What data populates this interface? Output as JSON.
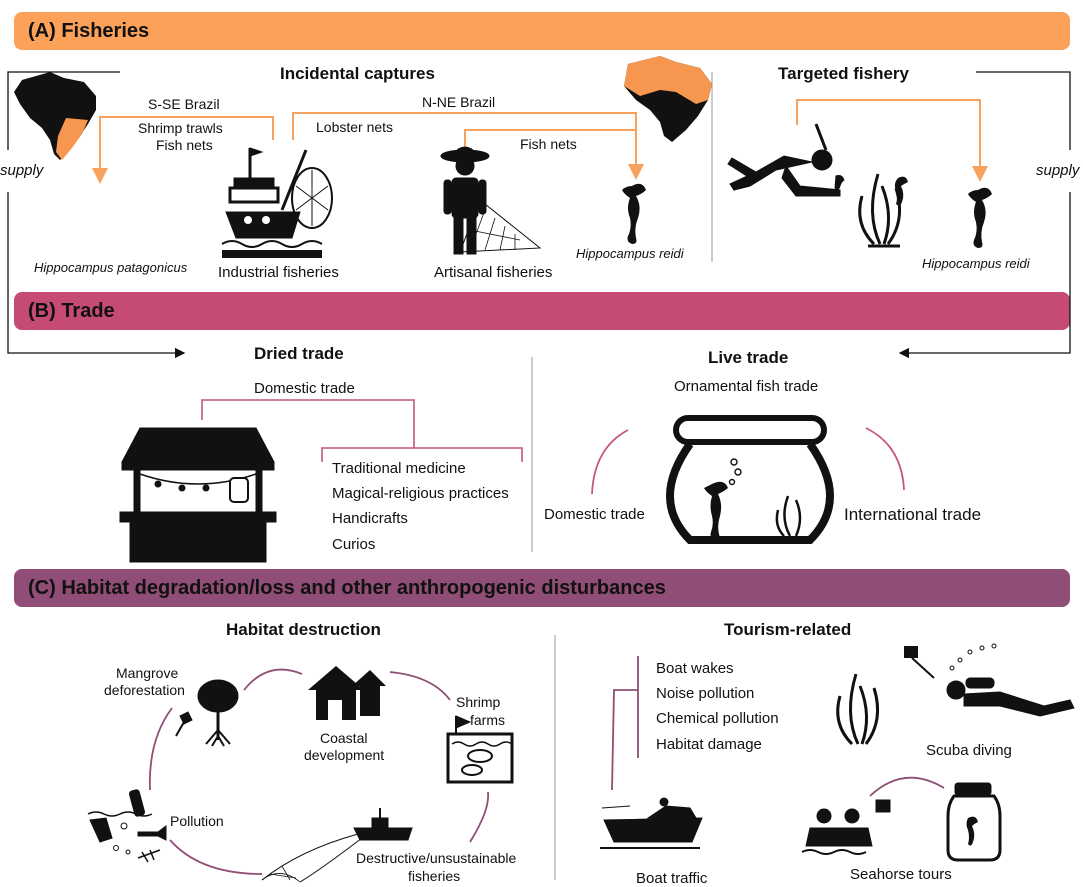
{
  "sections": {
    "fisheries": "(A) Fisheries",
    "trade": "(B) Trade",
    "habitat": "(C) Habitat degradation/loss and other anthropogenic disturbances"
  },
  "fisheries": {
    "incidental_title": "Incidental captures",
    "targeted_title": "Targeted fishery",
    "supply_left": "supply",
    "supply_right": "supply",
    "sse_brazil": "S-SE Brazil",
    "nne_brazil": "N-NE Brazil",
    "shrimp_trawls": "Shrimp trawls",
    "fish_nets_1": "Fish nets",
    "lobster_nets": "Lobster nets",
    "fish_nets_2": "Fish nets",
    "species_patagonicus": "Hippocampus patagonicus",
    "industrial": "Industrial fisheries",
    "artisanal": "Artisanal fisheries",
    "species_reidi_1": "Hippocampus reidi",
    "species_reidi_2": "Hippocampus reidi"
  },
  "trade": {
    "dried_title": "Dried trade",
    "live_title": "Live trade",
    "domestic_trade": "Domestic trade",
    "uses": [
      "Traditional medicine",
      "Magical-religious practices",
      "Handicrafts",
      "Curios"
    ],
    "ornamental": "Ornamental fish trade",
    "live_domestic": "Domestic trade",
    "international": "International trade"
  },
  "habitat": {
    "destruction_title": "Habitat destruction",
    "tourism_title": "Tourism-related",
    "mangrove": [
      "Mangrove",
      "deforestation"
    ],
    "coastal": [
      "Coastal",
      "development"
    ],
    "shrimp": [
      "Shrimp",
      "farms"
    ],
    "pollution": "Pollution",
    "destructive": [
      "Destructive/unsustainable",
      "fisheries"
    ],
    "impacts": [
      "Boat wakes",
      "Noise pollution",
      "Chemical pollution",
      "Habitat damage"
    ],
    "boat_traffic": "Boat traffic",
    "scuba": "Scuba diving",
    "seahorse_tours": "Seahorse tours"
  },
  "colors": {
    "fisheries_band": "#fba15a",
    "trade_band": "#c64b72",
    "habitat_band": "#904d76",
    "orange_line": "#f6a25e",
    "pink_line": "#c4557f",
    "map_highlight": "#f6964f"
  }
}
